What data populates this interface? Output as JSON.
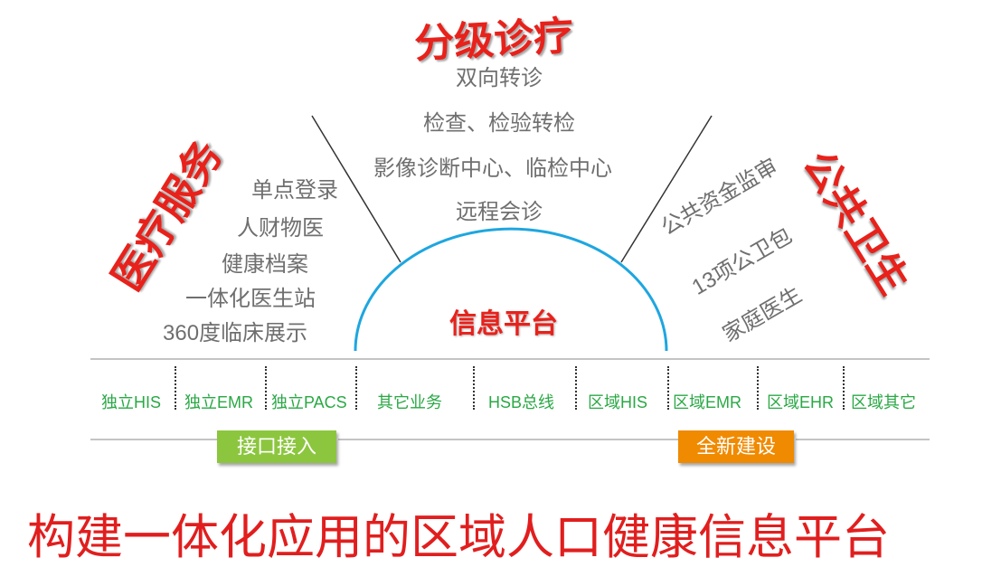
{
  "headings": {
    "top": "分级诊疗",
    "left": "医疗服务",
    "right": "公共卫生",
    "center": "信息平台"
  },
  "top_items": [
    "双向转诊",
    "检查、检验转检",
    "影像诊断中心、临检中心",
    "远程会诊"
  ],
  "left_items": [
    "单点登录",
    "人财物医",
    "健康档案",
    "一体化医生站",
    "360度临床展示"
  ],
  "right_items": [
    "公共资金监审",
    "13项公卫包",
    "家庭医生"
  ],
  "systems": [
    "独立HIS",
    "独立EMR",
    "独立PACS",
    "其它业务",
    "HSB总线",
    "区域HIS",
    "区域EMR",
    "区域EHR",
    "区域其它"
  ],
  "buttons": {
    "left": "接口接入",
    "right": "全新建设"
  },
  "title": "构建一体化应用的区域人口健康信息平台",
  "colors": {
    "heading_red": "#e8211b",
    "title_red": "#e11e1e",
    "dome_blue": "#1ea6e0",
    "system_green": "#2aa845",
    "button_green": "#8cc63f",
    "button_orange": "#f08a00"
  }
}
